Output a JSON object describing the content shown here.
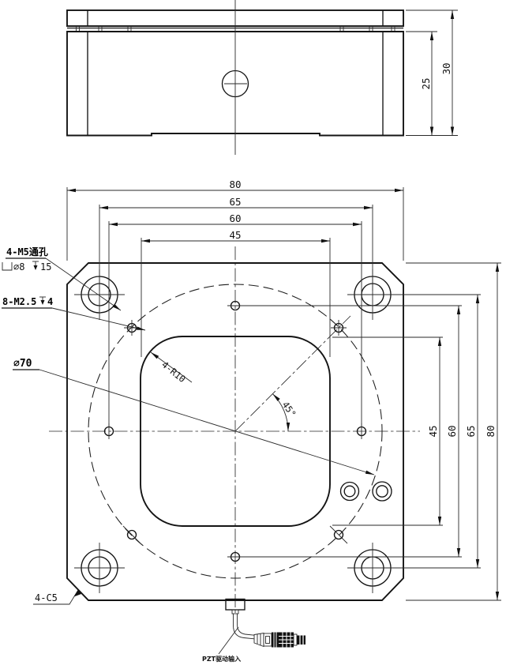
{
  "side_view": {
    "dim_body_height": "25",
    "dim_total_height": "30"
  },
  "plan_view": {
    "dims_top": {
      "outer": "80",
      "bolt_m5": "65",
      "bolt_m25": "60",
      "aperture": "45"
    },
    "dims_right": {
      "aperture": "45",
      "bolt_m25": "60",
      "bolt_m5": "65",
      "outer": "80"
    },
    "labels": {
      "m5_holes": "4-M5通孔",
      "counterbore_dia": "⌀8",
      "counterbore_depth": "15",
      "m25_holes": "8-M2.5",
      "m25_depth": "4",
      "circle_dia": "⌀70",
      "corner_radius": "4-R10",
      "angle": "45°",
      "chamfer": "4-C5"
    }
  },
  "connector": {
    "label": "PZT驱动输入"
  }
}
